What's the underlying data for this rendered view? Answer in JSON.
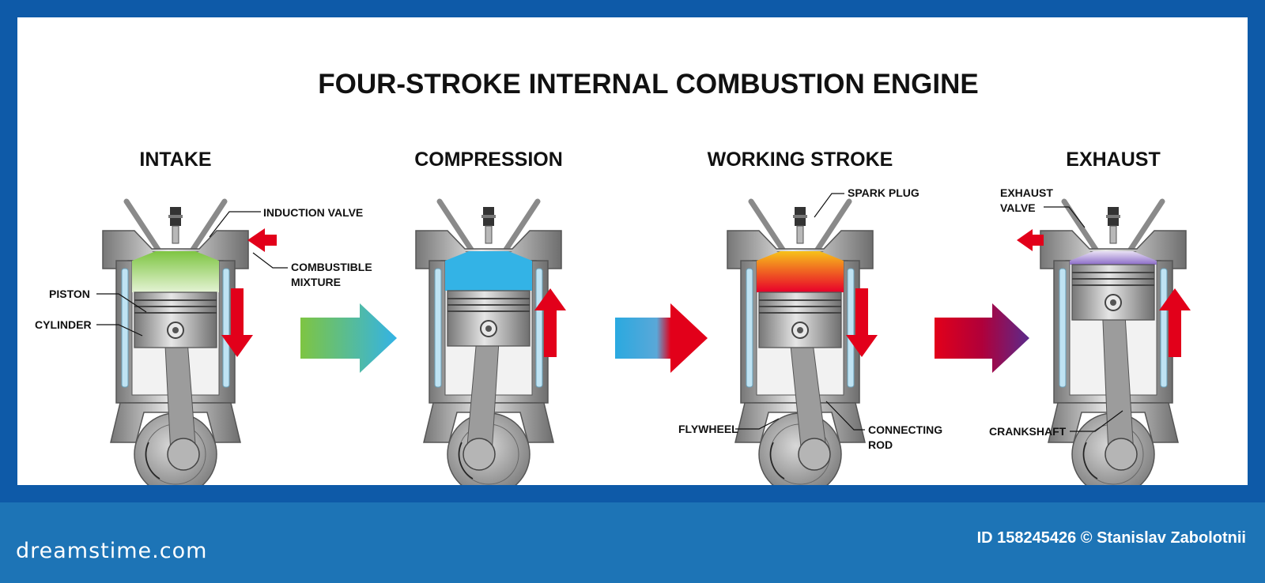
{
  "title": "FOUR-STROKE INTERNAL  COMBUSTION ENGINE",
  "stages": [
    {
      "name": "INTAKE",
      "gas_color": "#7ec542",
      "gas_light": "#e4f3d4",
      "motion": "down"
    },
    {
      "name": "COMPRESSION",
      "gas_color": "#33b3e6",
      "gas_light": "#33b3e6",
      "motion": "up"
    },
    {
      "name": "WORKING STROKE",
      "gas_color": "#e8002a",
      "gas_light": "#f7c21a",
      "motion": "down"
    },
    {
      "name": "EXHAUST",
      "gas_color": "#8c6cc8",
      "gas_light": "#e8e0f4",
      "motion": "up"
    }
  ],
  "labels": {
    "induction_valve": "INDUCTION VALVE",
    "combustible_1": "COMBUSTIBLE",
    "combustible_2": "MIXTURE",
    "piston": "PISTON",
    "cylinder": "CYLINDER",
    "spark_plug": "SPARK PLUG",
    "exhaust_valve_1": "EXHAUST",
    "exhaust_valve_2": "VALVE",
    "flywheel": "FLYWHEEL",
    "connecting_1": "CONNECTING",
    "connecting_2": "ROD",
    "crankshaft": "CRANKSHAFT"
  },
  "colors": {
    "arrow_red": "#e2001a",
    "metal": "#9a9a9a",
    "border_blue": "#0e5aa8",
    "footer_blue": "#1d74b6"
  },
  "footer": {
    "logo": "dreamstime.com",
    "credit": "ID 158245426 © Stanislav Zabolotnii"
  }
}
